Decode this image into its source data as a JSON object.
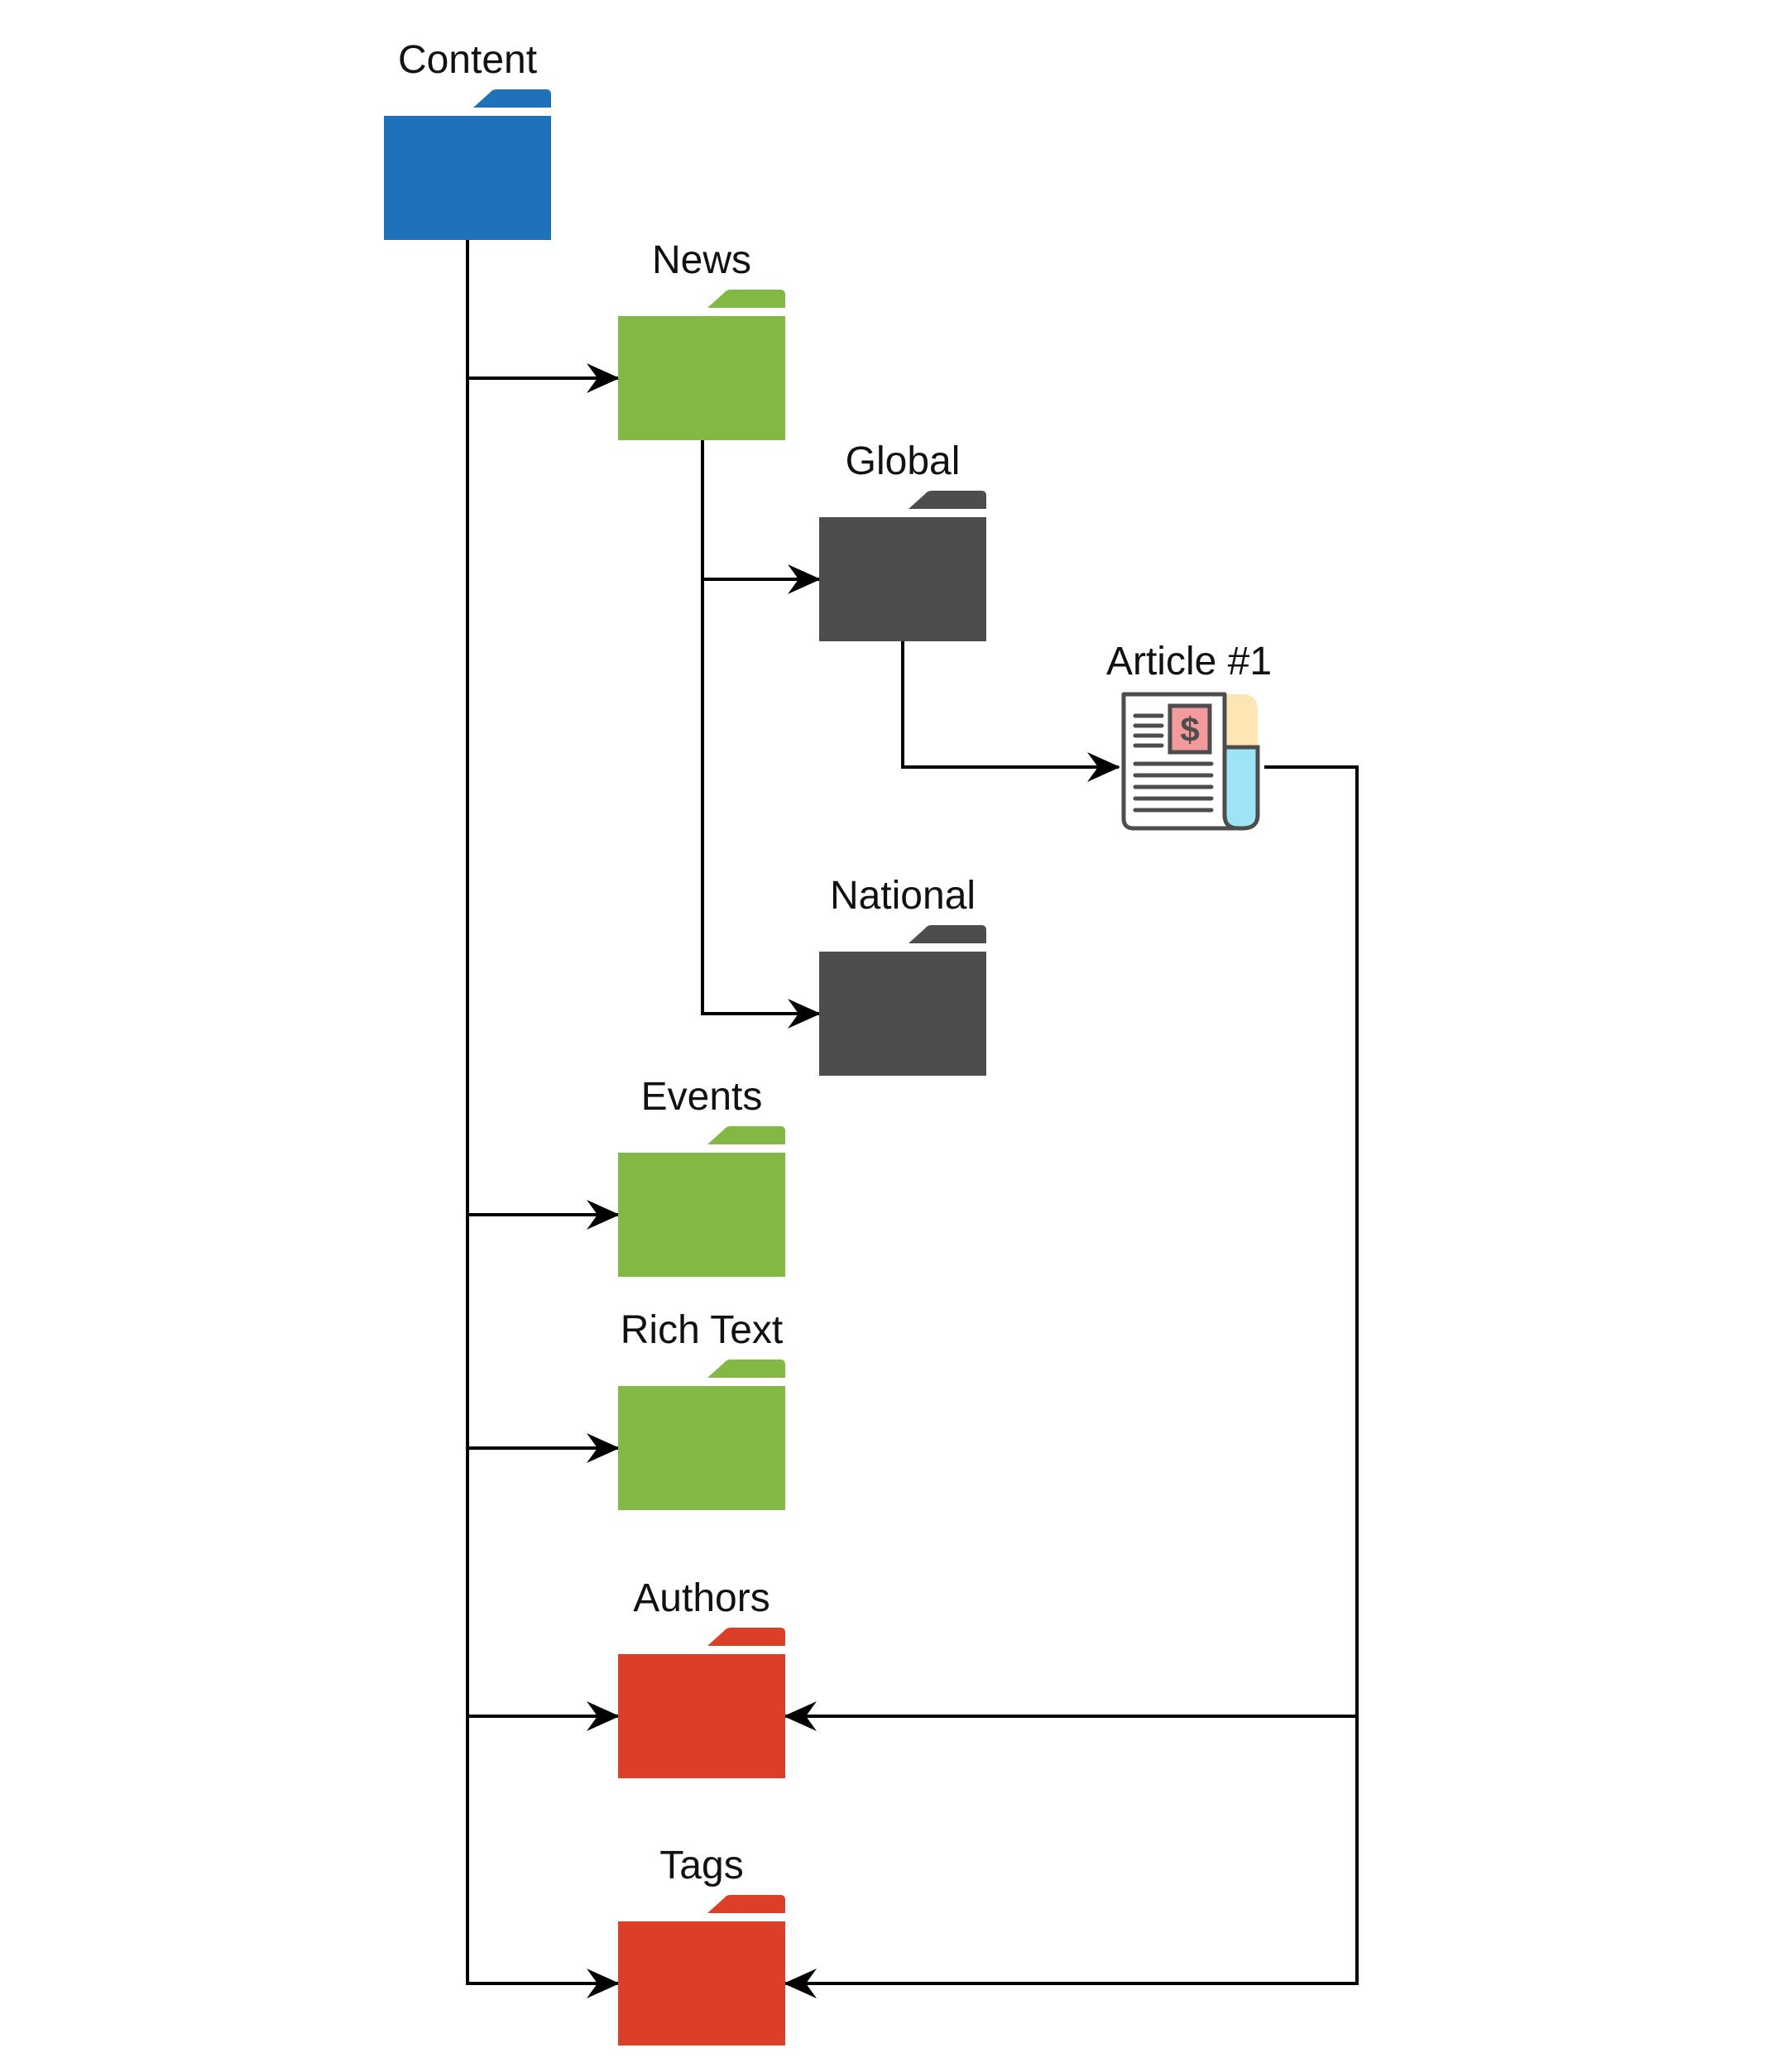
{
  "diagram": {
    "nodes": [
      {
        "id": "content",
        "label": "Content",
        "kind": "folder",
        "color": "#1F71B8"
      },
      {
        "id": "news",
        "label": "News",
        "kind": "folder",
        "color": "#82B944"
      },
      {
        "id": "global",
        "label": "Global",
        "kind": "folder",
        "color": "#4D4D4D"
      },
      {
        "id": "article1",
        "label": "Article #1",
        "kind": "article",
        "icon": "newspaper-icon"
      },
      {
        "id": "national",
        "label": "National",
        "kind": "folder",
        "color": "#4D4D4D"
      },
      {
        "id": "events",
        "label": "Events",
        "kind": "folder",
        "color": "#82B944"
      },
      {
        "id": "richtext",
        "label": "Rich Text",
        "kind": "folder",
        "color": "#82B944"
      },
      {
        "id": "authors",
        "label": "Authors",
        "kind": "folder",
        "color": "#DB3F27"
      },
      {
        "id": "tags",
        "label": "Tags",
        "kind": "folder",
        "color": "#DB3F27"
      }
    ],
    "edges": [
      {
        "from": "content",
        "to": "news"
      },
      {
        "from": "content",
        "to": "events"
      },
      {
        "from": "content",
        "to": "richtext"
      },
      {
        "from": "content",
        "to": "authors"
      },
      {
        "from": "content",
        "to": "tags"
      },
      {
        "from": "news",
        "to": "global"
      },
      {
        "from": "news",
        "to": "national"
      },
      {
        "from": "global",
        "to": "article1"
      },
      {
        "from": "article1",
        "to": "authors"
      },
      {
        "from": "article1",
        "to": "tags"
      }
    ]
  }
}
